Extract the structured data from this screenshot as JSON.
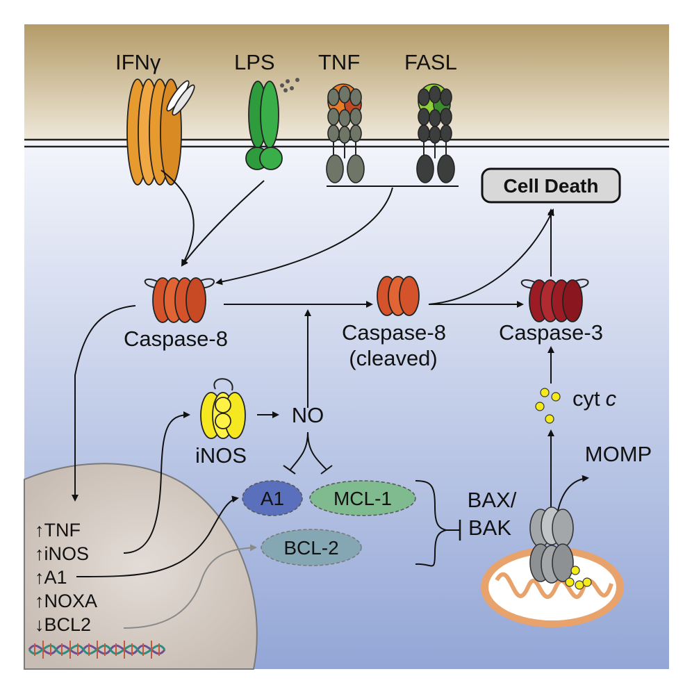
{
  "receptors": {
    "ifng": "IFNγ",
    "lps": "LPS",
    "tnf": "TNF",
    "fasl": "FASL"
  },
  "outcome": {
    "cell_death": "Cell Death"
  },
  "caspases": {
    "caspase8": "Caspase-8",
    "caspase8_cleaved_line1": "Caspase-8",
    "caspase8_cleaved_line2": "(cleaved)",
    "caspase3": "Caspase-3"
  },
  "nitric": {
    "inos": "iNOS",
    "no": "NO"
  },
  "bcl2_family": {
    "a1": "A1",
    "mcl1": "MCL-1",
    "bcl2": "BCL-2",
    "bax_line1": "BAX/",
    "bax_line2": "BAK"
  },
  "mito": {
    "cytc": "cyt",
    "cytc_italic": "c",
    "momp": "MOMP"
  },
  "nucleus_genes": [
    {
      "arrow": "↑",
      "gene": "TNF"
    },
    {
      "arrow": "↑",
      "gene": "iNOS"
    },
    {
      "arrow": "↑",
      "gene": "A1"
    },
    {
      "arrow": "↑",
      "gene": "NOXA"
    },
    {
      "arrow": "↓",
      "gene": "BCL2"
    }
  ],
  "colors": {
    "extracellular_top": "#b49b68",
    "cytoplasm_bottom": "#93a6d6",
    "ifng": "#e79a2e",
    "lps": "#2e9b3c",
    "tnfr": "#6f7668",
    "fasr": "#3c3d3d",
    "caspase8": "#d4532a",
    "caspase3": "#9b1c24",
    "inos": "#f5e720",
    "a1": "#5b70bd",
    "mcl1": "#7fbb8f",
    "bcl2": "#85a7b4",
    "mito": "#e8a36c",
    "baxbak": "#a4a7a9"
  }
}
